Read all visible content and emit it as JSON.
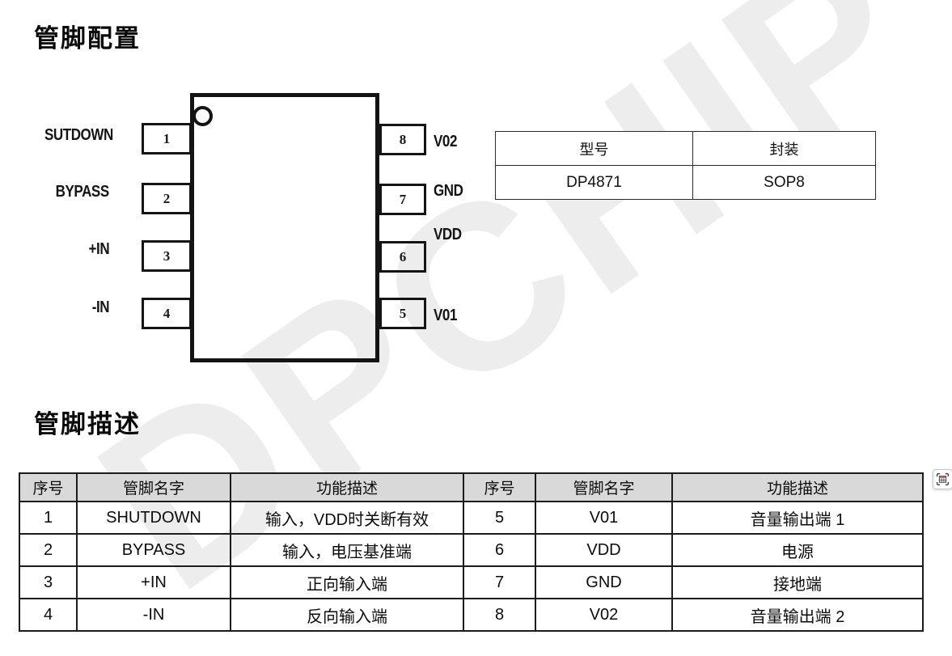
{
  "sections": {
    "pin_config_title": "管脚配置",
    "pin_desc_title": "管脚描述"
  },
  "pin_diagram": {
    "left_pins": [
      {
        "number": "1",
        "label": "SUTDOWN"
      },
      {
        "number": "2",
        "label": "BYPASS"
      },
      {
        "number": "3",
        "label": "+IN"
      },
      {
        "number": "4",
        "label": "-IN"
      }
    ],
    "right_pins": [
      {
        "number": "8",
        "label": "V02"
      },
      {
        "number": "7",
        "label": "GND"
      },
      {
        "number": "6",
        "label": "VDD"
      },
      {
        "number": "5",
        "label": "V01"
      }
    ]
  },
  "model_table": {
    "col_headers": [
      "型号",
      "封装"
    ],
    "rows": [
      [
        "DP4871",
        "SOP8"
      ]
    ]
  },
  "pin_table": {
    "col_headers": [
      "序号",
      "管脚名字",
      "功能描述",
      "序号",
      "管脚名字",
      "功能描述"
    ],
    "rows": [
      [
        "1",
        "SHUTDOWN",
        "输入，VDD时关断有效",
        "5",
        "V01",
        "音量输出端 1"
      ],
      [
        "2",
        "BYPASS",
        "输入，电压基准端",
        "6",
        "VDD",
        "电源"
      ],
      [
        "3",
        "+IN",
        "正向输入端",
        "7",
        "GND",
        "接地端"
      ],
      [
        "4",
        "-IN",
        "反向输入端",
        "8",
        "V02",
        "音量输出端 2"
      ]
    ]
  },
  "watermark": {
    "text": "DPCHIP"
  },
  "colors": {
    "table_header_bg": "#d9d9d9",
    "border": "#1c1c1c",
    "watermark": "#ededed",
    "icon_accent": "#e0564a"
  },
  "floating_button": {
    "name": "table-capture"
  }
}
